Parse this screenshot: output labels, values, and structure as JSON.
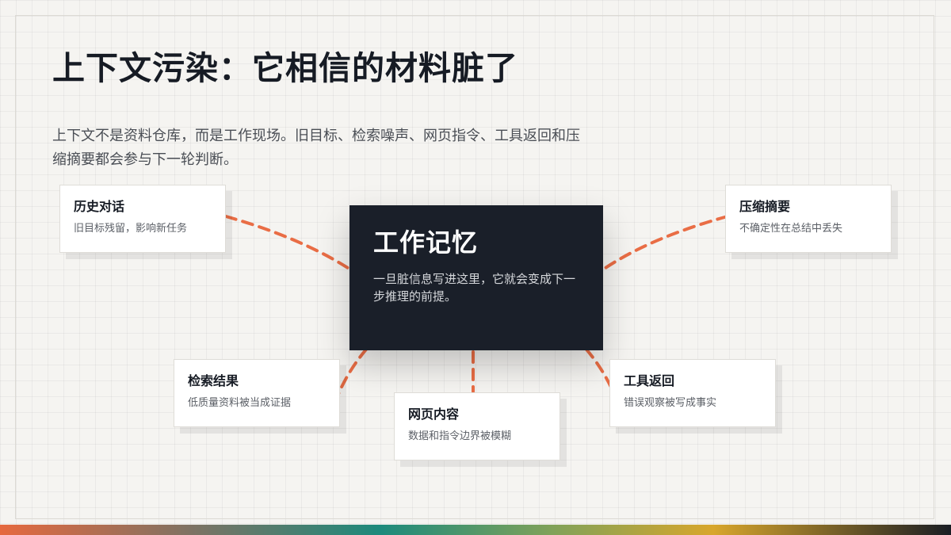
{
  "title": "上下文污染：它相信的材料脏了",
  "subtitle": "上下文不是资料仓库，而是工作现场。旧目标、检索噪声、网页指令、工具返回和压缩摘要都会参与下一轮判断。",
  "center": {
    "title": "工作记忆",
    "desc": "一旦脏信息写进这里，它就会变成下一步推理的前提。"
  },
  "nodes": {
    "history": {
      "title": "历史对话",
      "desc": "旧目标残留，影响新任务"
    },
    "compress": {
      "title": "压缩摘要",
      "desc": "不确定性在总结中丢失"
    },
    "retrieval": {
      "title": "检索结果",
      "desc": "低质量资料被当成证据"
    },
    "webpage": {
      "title": "网页内容",
      "desc": "数据和指令边界被模糊"
    },
    "tool": {
      "title": "工具返回",
      "desc": "错误观察被写成事实"
    }
  },
  "colors": {
    "connector": "#e96d45",
    "center_bg": "#1a1f29",
    "page_bg": "#f5f4f1"
  }
}
